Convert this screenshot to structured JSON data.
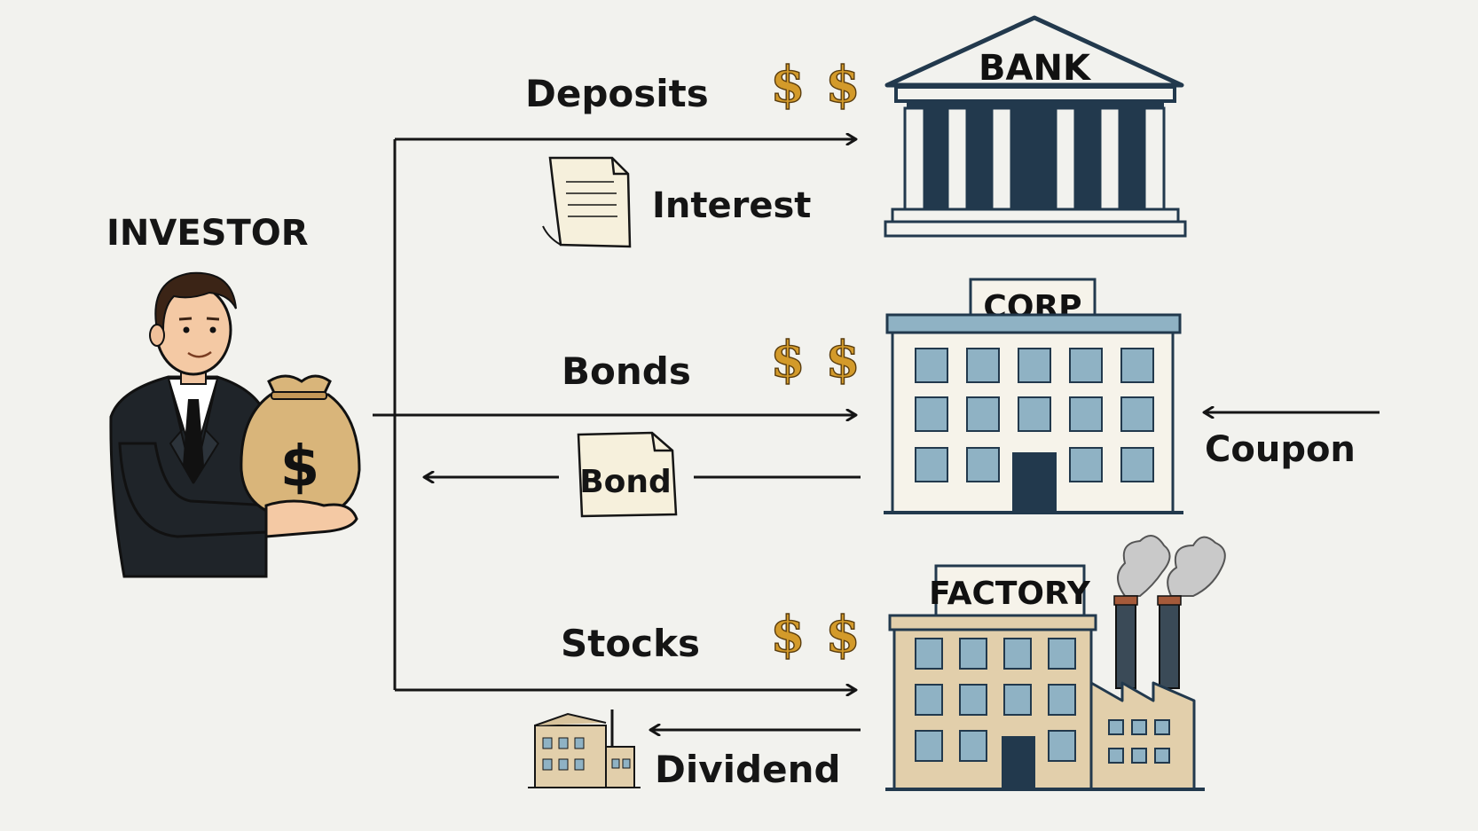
{
  "investor": {
    "label": "INVESTOR",
    "bag_symbol": "$"
  },
  "bank": {
    "sign": "BANK"
  },
  "corp": {
    "sign": "CORP"
  },
  "factory": {
    "sign": "FACTORY"
  },
  "flows": {
    "deposits": "Deposits",
    "interest": "Interest",
    "bonds": "Bonds",
    "bond_doc": "Bond",
    "coupon": "Coupon",
    "stocks": "Stocks",
    "dividend": "Dividend"
  },
  "money_symbol": "$",
  "colors": {
    "background": "#f2f2ee",
    "ink": "#151515",
    "gold": "#d39a2a",
    "navy": "#22394d",
    "window_blue": "#8fb2c4",
    "factory_tan": "#e2cfab",
    "paper": "#f6f0dc"
  }
}
